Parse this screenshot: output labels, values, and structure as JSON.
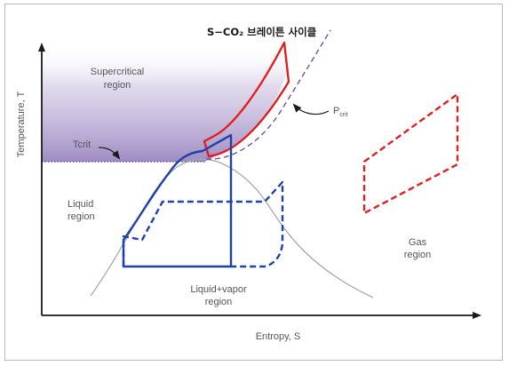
{
  "diagram": {
    "title": "S−CO₂ 브레이튼 사이클",
    "axes": {
      "x_label": "Entropy, S",
      "y_label": "Temperature, T"
    },
    "regions": {
      "supercritical_line1": "Supercritical",
      "supercritical_line2": "region",
      "liquid_line1": "Liquid",
      "liquid_line2": "region",
      "two_phase_line1": "Liquid+vapor",
      "two_phase_line2": "region",
      "gas_line1": "Gas",
      "gas_line2": "region"
    },
    "annotations": {
      "tcrit": "Tcrit",
      "pcrit_main": "P",
      "pcrit_sub": "crit"
    },
    "colors": {
      "supercritical_fill": "#8e78b8",
      "red_cycle": "#e02020",
      "blue_cycle": "#1e43a6",
      "dome": "#a8a8a8",
      "isobar": "#6b4ea8",
      "axis": "#1a1a1a"
    }
  }
}
